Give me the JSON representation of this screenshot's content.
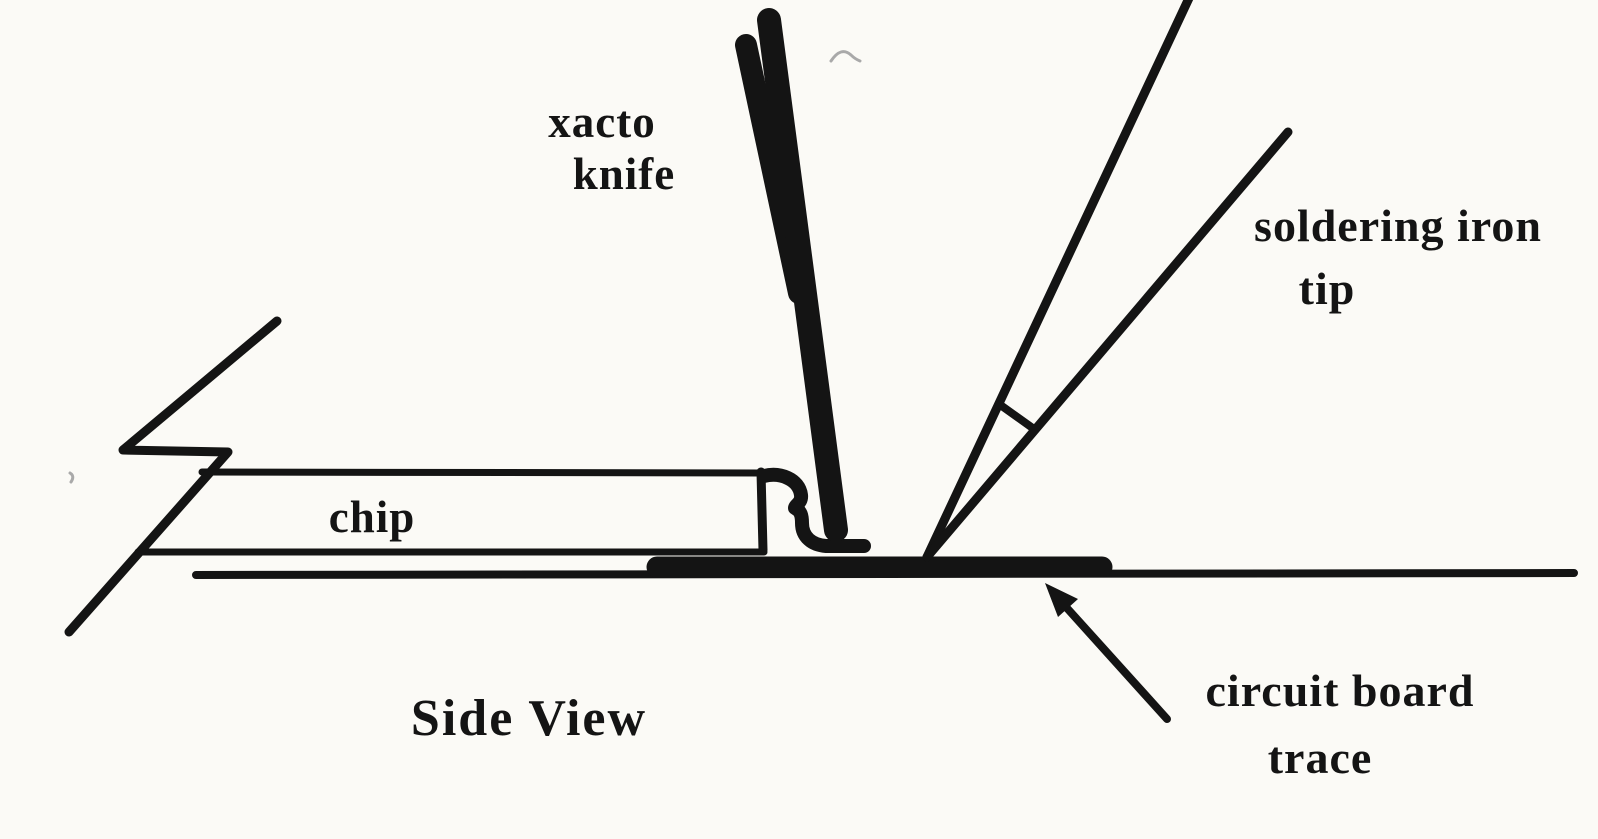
{
  "diagram": {
    "caption": "Side View",
    "colors": {
      "ink": "#141414",
      "paper": "#fbfaf6",
      "pencil": "#a9a9a9"
    },
    "labels": {
      "xacto_knife": {
        "line1": "xacto",
        "line2": "knife"
      },
      "soldering_iron": {
        "line1": "soldering iron",
        "line2": "tip"
      },
      "chip": "chip",
      "circuit_board_trace": {
        "line1": "circuit board",
        "line2": "trace"
      }
    }
  }
}
